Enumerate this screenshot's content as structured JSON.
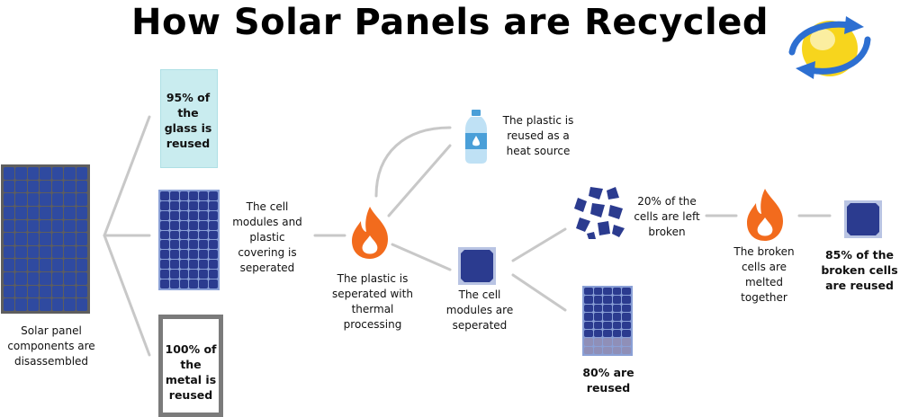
{
  "title": "How Solar Panels are Recycled",
  "colors": {
    "line": "#c8c8c8",
    "cell_blue": "#2b3b8f",
    "cell_border": "#8aa0d6",
    "glass": "#c9ecef",
    "metal_frame": "#7b7b7b",
    "flame_outer": "#f26b1d",
    "flame_inner": "#ffffff",
    "logo_yellow": "#f7d51d",
    "logo_blue": "#2d6fd1"
  },
  "icons": [
    "recycle-logo-icon",
    "solar-panel-icon",
    "glass-pane-icon",
    "cell-grid-icon",
    "metal-frame-icon",
    "flame-icon",
    "water-bottle-icon",
    "single-cell-icon",
    "broken-cells-icon"
  ],
  "labels": {
    "disassembled": "Solar panel components are disassembled",
    "glass": "95% of the glass is reused",
    "cells_plastic": "The cell modules and plastic covering is seperated",
    "metal": "100% of the metal is reused",
    "thermal": "The plastic is seperated with thermal processing",
    "heat_source": "The plastic is reused as a heat source",
    "cells_separated": "The cell modules are seperated",
    "broken_left": "20% of the cells are left broken",
    "reused_80": "80% are reused",
    "melted": "The broken cells are melted together",
    "reused_85": "85% of the broken cells are reused"
  }
}
